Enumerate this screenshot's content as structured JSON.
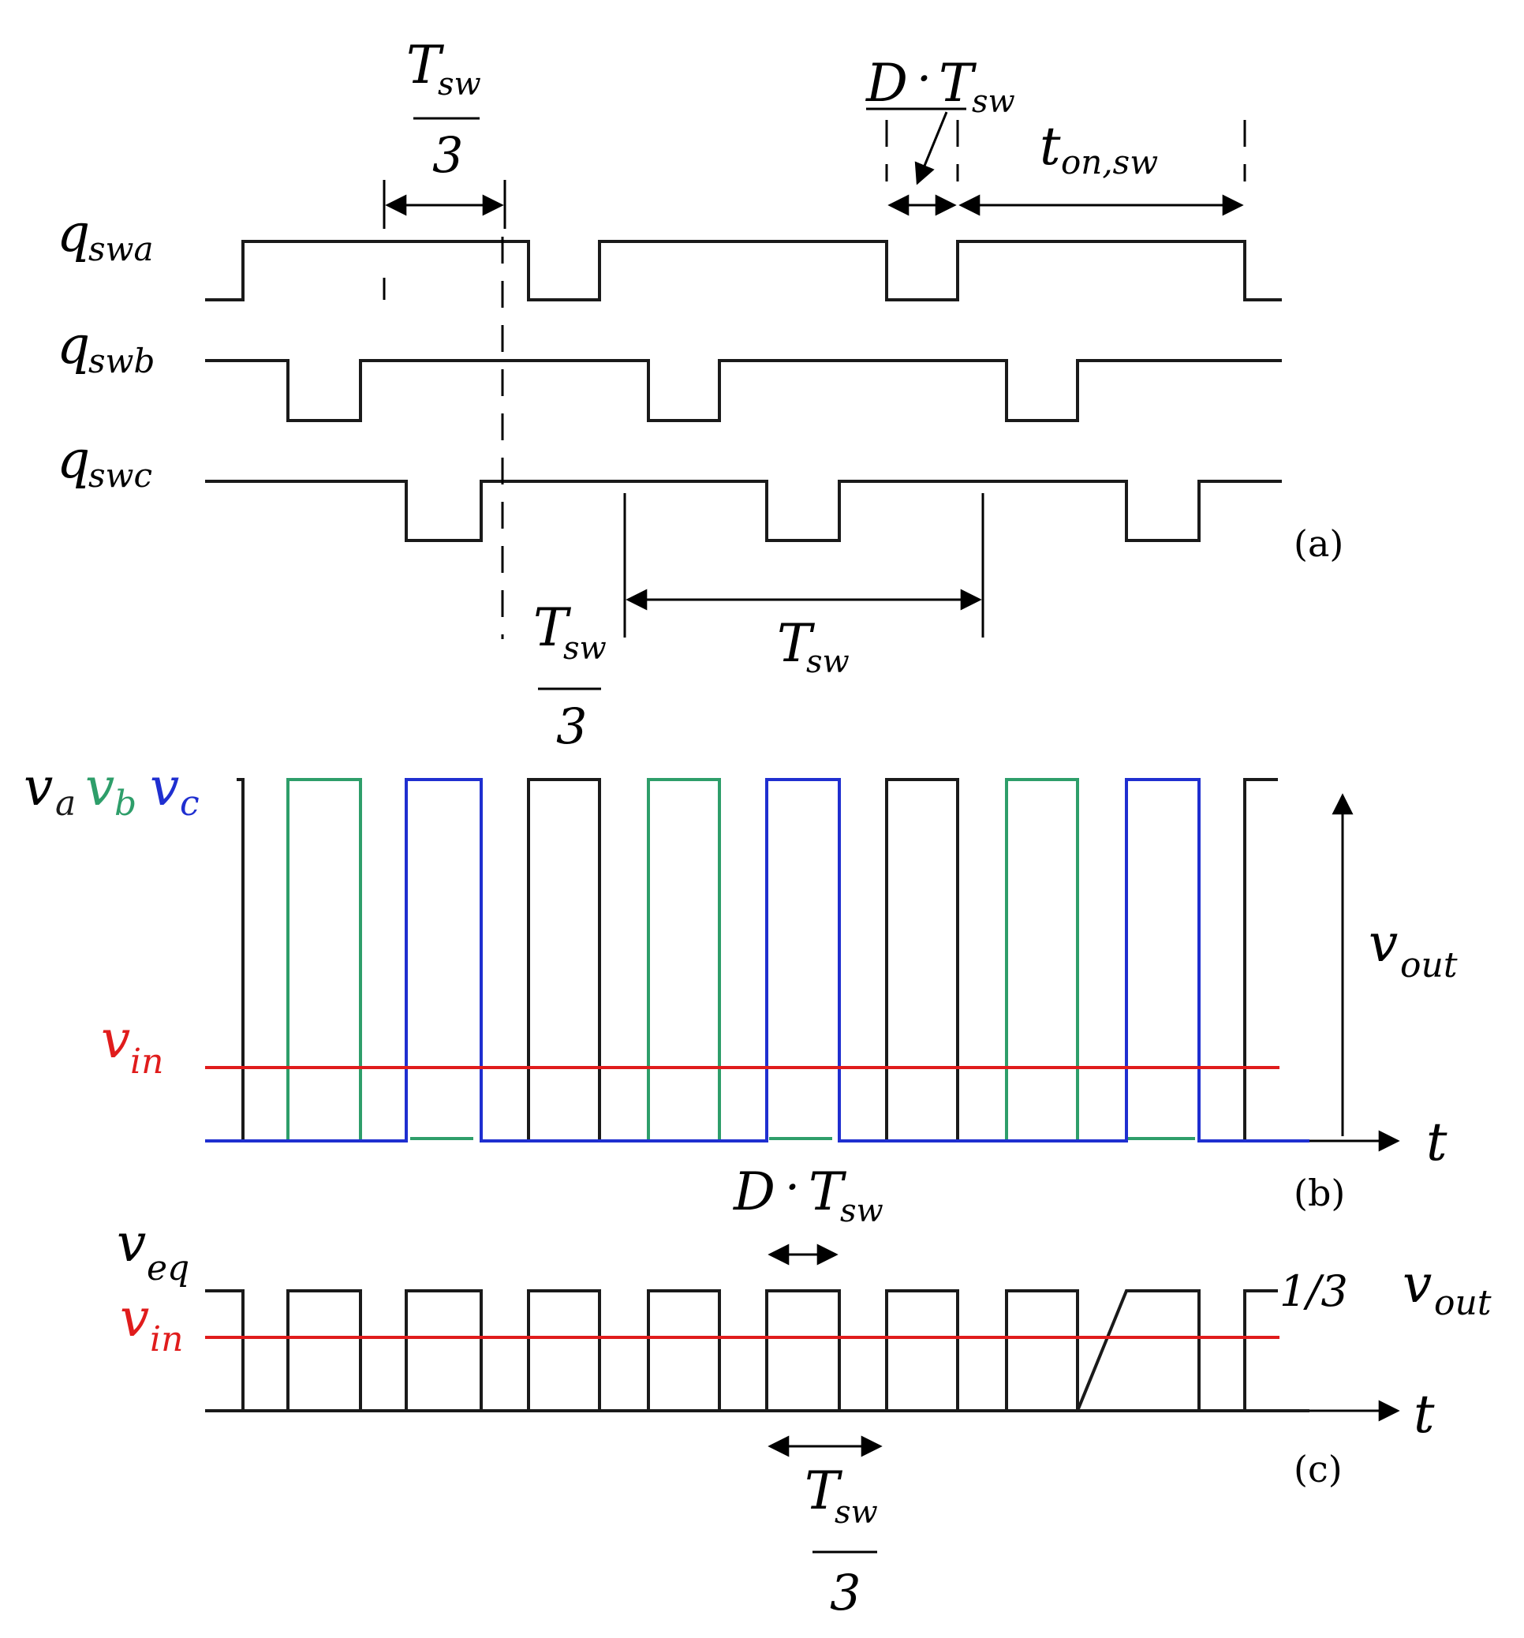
{
  "colors": {
    "black": "#1a1a1a",
    "green": "#2e9e6a",
    "blue": "#1f2fd0",
    "red": "#e01c1c"
  },
  "panel_labels": {
    "a": "(a)",
    "b": "(b)",
    "c": "(c)"
  },
  "signals": {
    "q_a": {
      "base": "q",
      "sub": "swa"
    },
    "q_b": {
      "base": "q",
      "sub": "swb"
    },
    "q_c": {
      "base": "q",
      "sub": "swc"
    },
    "v_a": {
      "base": "v",
      "sub": "a"
    },
    "v_b": {
      "base": "v",
      "sub": "b"
    },
    "v_c": {
      "base": "v",
      "sub": "c"
    },
    "v_in": {
      "base": "v",
      "sub": "in"
    },
    "v_out": {
      "base": "v",
      "sub": "out"
    },
    "v_eq": {
      "base": "v",
      "sub": "eq"
    },
    "v_in_c": {
      "base": "v",
      "sub": "in"
    },
    "third_vout": {
      "prefix": "1/3",
      "base": "v",
      "sub": "out"
    }
  },
  "annotations": {
    "tsw_third_top": {
      "T": "T",
      "sub": "sw",
      "den": "3"
    },
    "d_tsw_top": {
      "D": "D",
      "dot": "·",
      "T": "T",
      "sub": "sw"
    },
    "ton_sw": {
      "t": "t",
      "sub": "on,sw"
    },
    "tsw_third_mid": {
      "T": "T",
      "sub": "sw",
      "den": "3"
    },
    "tsw_period": {
      "T": "T",
      "sub": "sw"
    },
    "d_tsw_b": {
      "D": "D",
      "dot": "·",
      "T": "T",
      "sub": "sw"
    },
    "tsw_third_bottom": {
      "T": "T",
      "sub": "sw",
      "den": "3"
    }
  },
  "axes": {
    "t_b": "t",
    "t_c": "t"
  }
}
